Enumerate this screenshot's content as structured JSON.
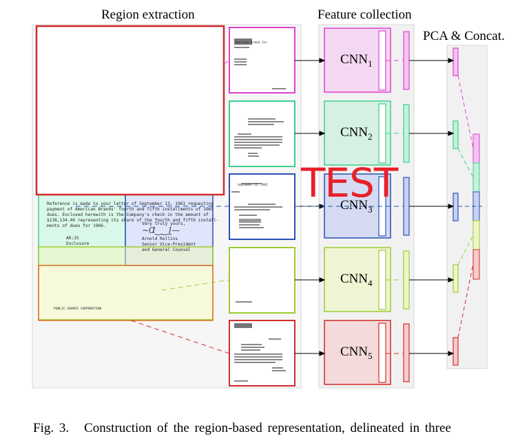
{
  "headings": {
    "region_extraction": "Region extraction",
    "feature_collection": "Feature collection",
    "pca_concat": "PCA & Concat."
  },
  "cnn_blocks": [
    {
      "name": "CNN",
      "index": "1",
      "color": "#e040d0"
    },
    {
      "name": "CNN",
      "index": "2",
      "color": "#3ccf8e"
    },
    {
      "name": "CNN",
      "index": "3",
      "color": "#2a4fb5"
    },
    {
      "name": "CNN",
      "index": "4",
      "color": "#9ccc30"
    },
    {
      "name": "CNN",
      "index": "5",
      "color": "#d42a2a"
    }
  ],
  "region_colors": {
    "full_document": "#d42a2a",
    "top_half": "#e040d0",
    "left_half": "#3ccf8e",
    "right_half": "#2a4fb5",
    "bottom_half": "#9ccc30",
    "footer": "#e07020"
  },
  "document": {
    "body": "Reference is made to your letter of September 13, 1961 requesting\npayment of American Brands' fourth and fifth installments of 1965\ndues. Enclosed herewith is the Company's check in the amount of\n$138,134.40 representing its share of the fourth and fifth install-\nments of dues for 1966.",
    "closing": "Very truly yours,",
    "signer_name": "Arnold Rollins",
    "signer_title": "Senior Vice-President\nand General Counsel",
    "initials": "AR:JS\nEnclosure",
    "footer": "PUBLIC SOURCE CORPORATION",
    "letterhead": "American Brands Inc",
    "date": "September 21, 1965"
  },
  "watermark": "TEST",
  "caption": {
    "label": "Fig. 3.",
    "text": "Construction of the region-based representation, delineated in three"
  }
}
